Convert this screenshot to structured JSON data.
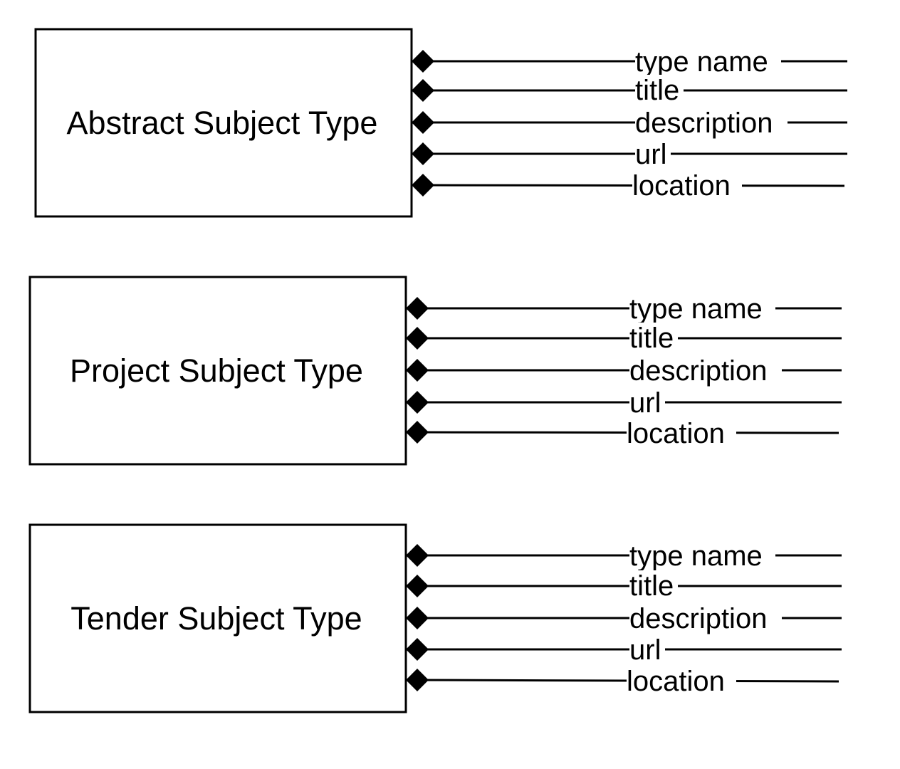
{
  "colors": {
    "stroke": "#000000",
    "background": "#ffffff"
  },
  "diagram": {
    "entities": [
      {
        "title": "Abstract Subject Type",
        "attributes": [
          "type name",
          "title",
          "description",
          "url",
          "location"
        ]
      },
      {
        "title": "Project Subject Type",
        "attributes": [
          "type name",
          "title",
          "description",
          "url",
          "location"
        ]
      },
      {
        "title": "Tender Subject Type",
        "attributes": [
          "type name",
          "title",
          "description",
          "url",
          "location"
        ]
      }
    ]
  }
}
